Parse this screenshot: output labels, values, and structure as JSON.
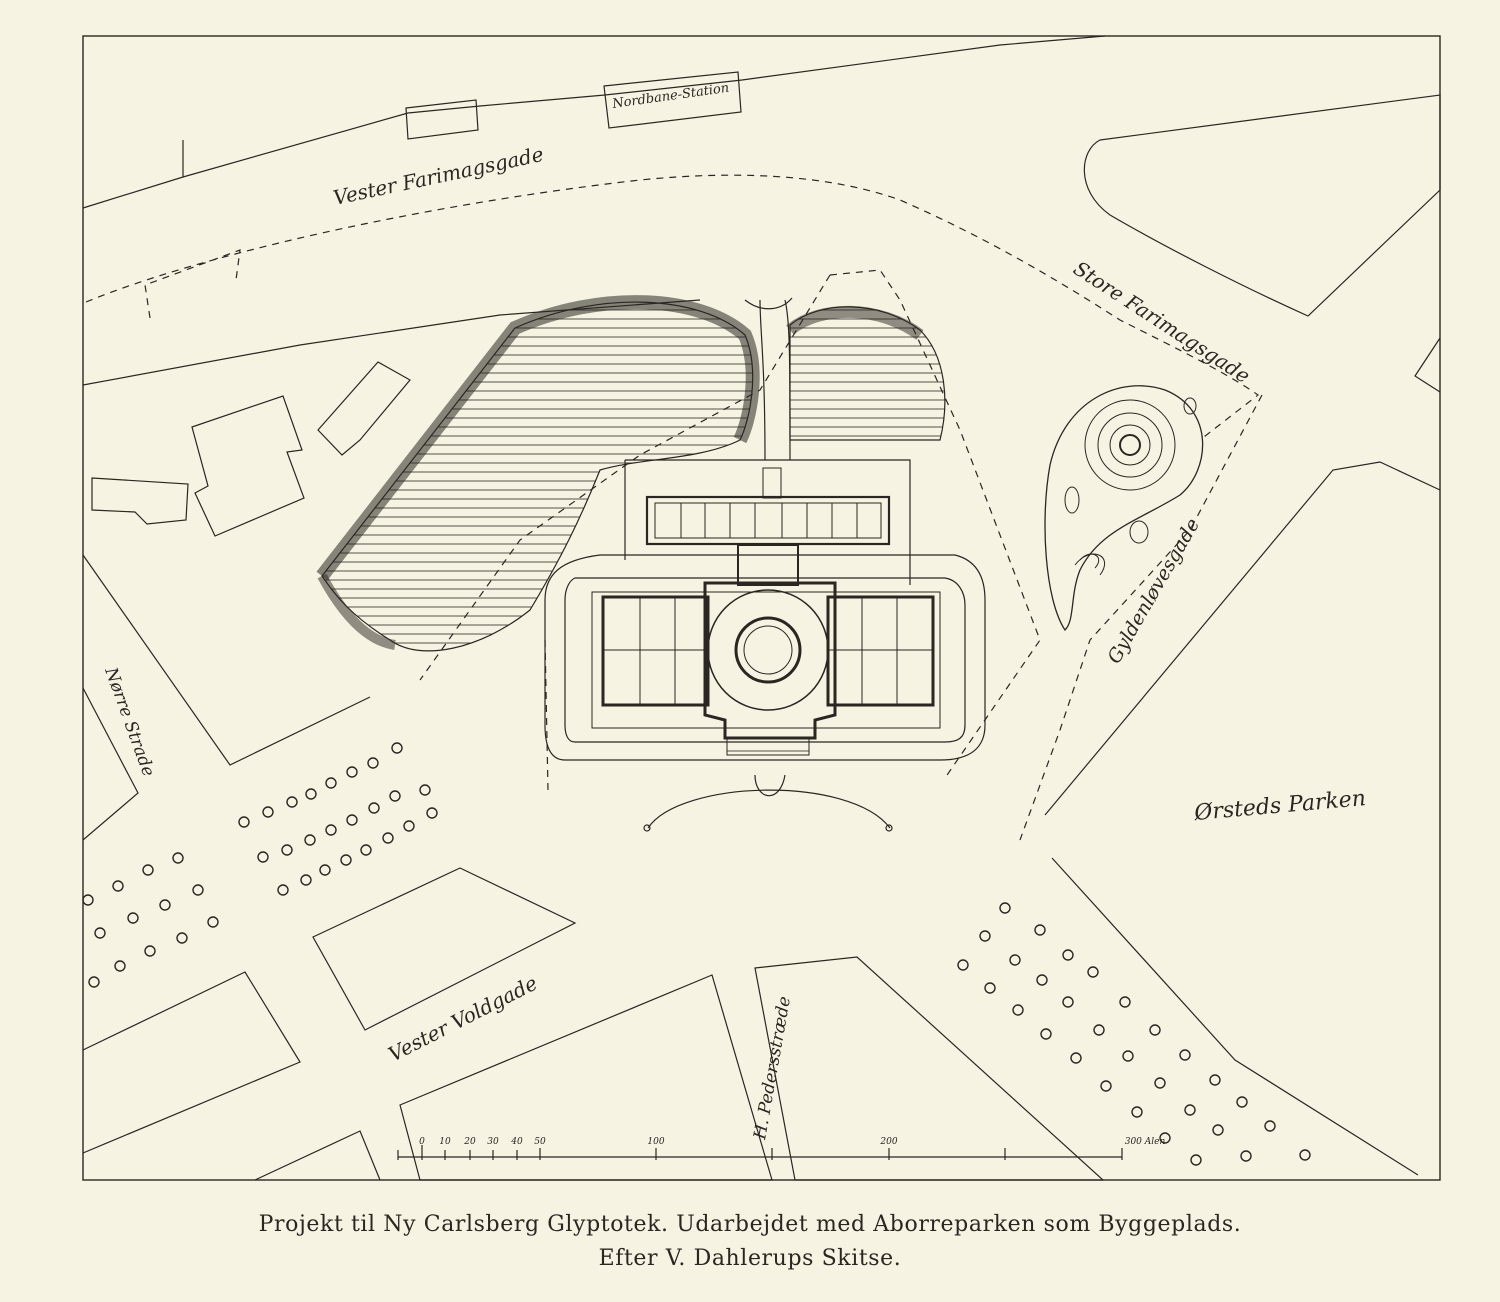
{
  "map": {
    "streets": {
      "vester_farimagsgade": "Vester Farimagsgade",
      "nordbane_station": "Nordbane-Station",
      "store_farimagsgade": "Store Farimagsgade",
      "gyldenlovesgade": "Gyldenløvesgade",
      "orsteds_parken": "Ørsteds Parken",
      "nordre_strade": "Nørre Strade",
      "vester_voldgade": "Vester Voldgade",
      "hjorts_strade": "H. Pedersstræde"
    },
    "scale": {
      "ticks": [
        "0",
        "10",
        "20",
        "30",
        "40",
        "50",
        "100",
        "200",
        "300 Alen"
      ]
    }
  },
  "caption": {
    "line1": "Projekt til Ny Carlsberg Glyptotek. Udarbejdet med Aborreparken som Byggeplads.",
    "line2": "Efter V. Dahlerups Skitse."
  },
  "colors": {
    "paper": "#f7f3e3",
    "ink": "#2a2622"
  }
}
